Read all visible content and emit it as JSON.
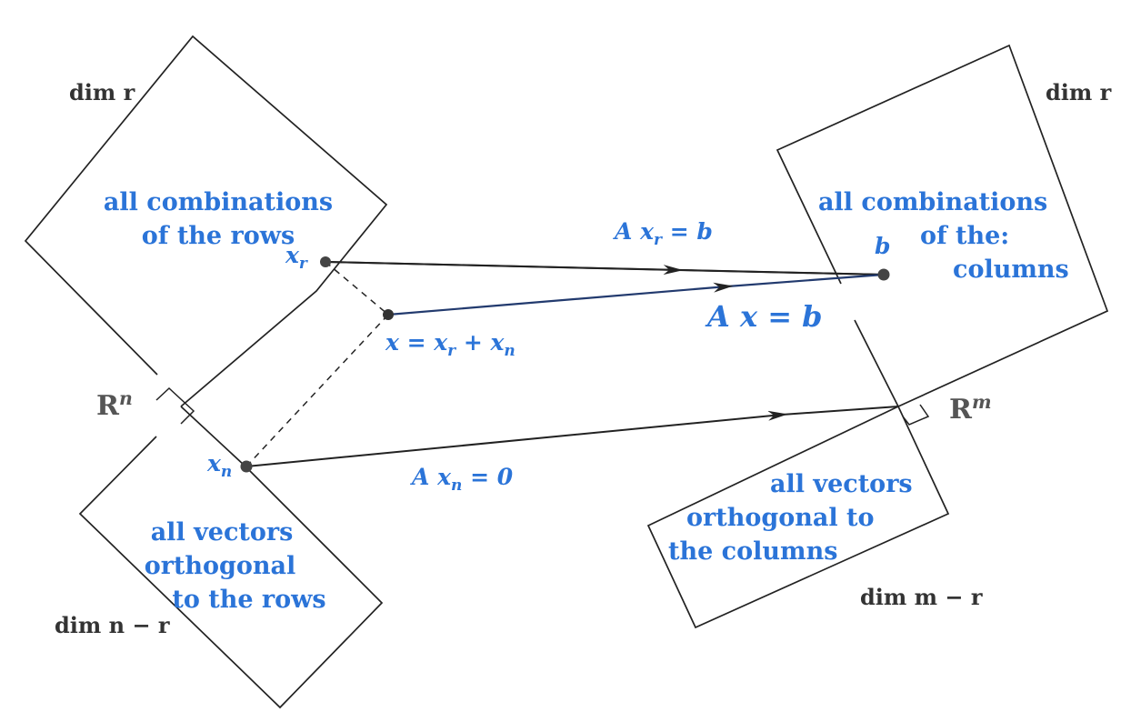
{
  "left_space": {
    "name": "R",
    "superscript": "n",
    "row_space": {
      "dimension": "dim r",
      "lines": [
        "all combinations",
        "of the rows"
      ]
    },
    "null_space": {
      "dimension": "dim n − r",
      "lines": [
        "all vectors",
        "orthogonal",
        "to the rows"
      ]
    }
  },
  "right_space": {
    "name": "R",
    "superscript": "m",
    "column_space": {
      "dimension": "dim r",
      "lines": [
        "all combinations",
        "of the:",
        "columns"
      ]
    },
    "left_null_space": {
      "dimension": "dim m − r",
      "lines": [
        "all vectors",
        "orthogonal to",
        "the columns"
      ]
    }
  },
  "points": {
    "xr": "x",
    "xr_sub": "r",
    "xn": "x",
    "xn_sub": "n",
    "x_sum": "x = x",
    "x_sum_sub1": "r",
    "x_sum_plus": " + x",
    "x_sum_sub2": "n",
    "b": "b"
  },
  "equations": {
    "axr_prefix": "A x",
    "axr_sub": "r",
    "axr_suffix": " = b",
    "ax": "A x = b",
    "axn_prefix": "A x",
    "axn_sub": "n",
    "axn_suffix": " = 0"
  },
  "colors": {
    "label_blue": "#2b74d8",
    "line": "#222222",
    "dim_text": "#333333"
  }
}
